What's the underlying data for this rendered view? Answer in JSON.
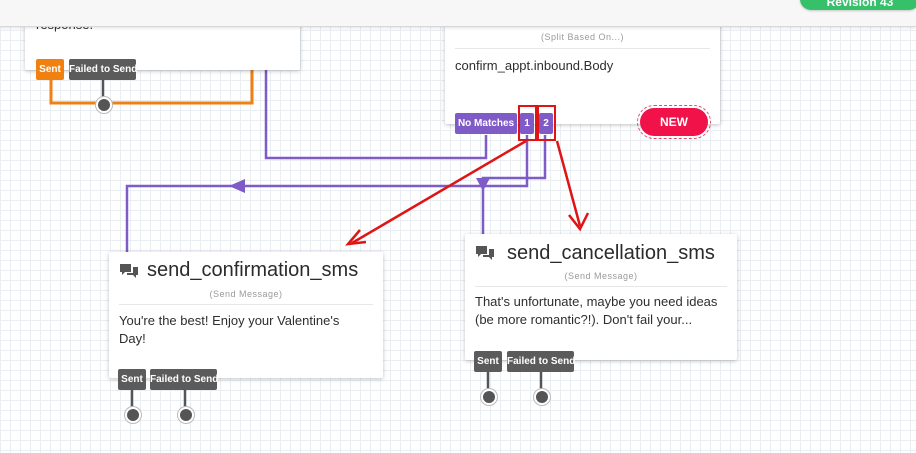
{
  "header": {
    "publish_label": "Revision 43"
  },
  "top_left_card": {
    "body": "response.",
    "sent_label": "Sent",
    "failed_label": "Failed to Send"
  },
  "split_card": {
    "subtitle": "(Split Based On...)",
    "body": "confirm_appt.inbound.Body",
    "no_matches_label": "No Matches",
    "branch_1_label": "1",
    "branch_2_label": "2",
    "new_badge": "NEW"
  },
  "confirmation_card": {
    "title": "send_confirmation_sms",
    "subtitle": "(Send Message)",
    "body": "You're the best! Enjoy your Valentine's Day!",
    "sent_label": "Sent",
    "failed_label": "Failed to Send"
  },
  "cancellation_card": {
    "title": "send_cancellation_sms",
    "subtitle": "(Send Message)",
    "body": "That's unfortunate, maybe you need ideas (be more romantic?!). Don't fail your...",
    "sent_label": "Sent",
    "failed_label": "Failed to Send"
  },
  "colors": {
    "wire_purple": "#7e5bc6",
    "wire_orange": "#f08010",
    "annotation_red": "#e01414",
    "new_badge": "#f2124a",
    "publish_green": "#36c06a"
  },
  "icons": [
    "message-bubbles-icon"
  ]
}
